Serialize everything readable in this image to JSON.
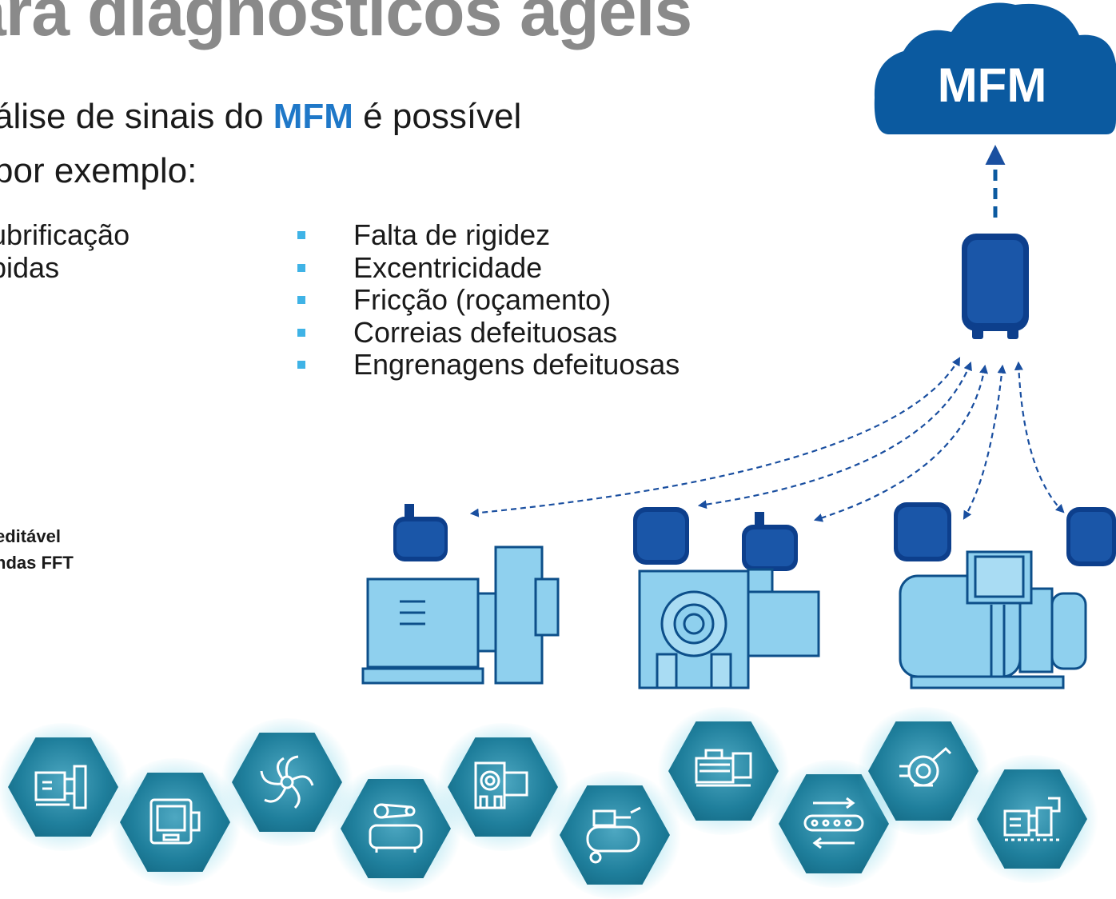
{
  "title": "ara diagnósticos ágeis",
  "intro": {
    "line1_before": "álise de sinais do ",
    "line1_highlight": "MFM",
    "line1_after": " é possível",
    "line2": "por exemplo:"
  },
  "list_left": [
    "ubrificação",
    "pidas"
  ],
  "list_right": [
    "Falta de rigidez",
    "Excentricidade",
    "Fricção (roçamento)",
    "Correias defeituosas",
    "Engrenagens defeituosas"
  ],
  "note": [
    "editável",
    "ndas FFT"
  ],
  "cloud": {
    "label": "MFM"
  },
  "icons": {
    "cloud": "cloud-icon",
    "gateway": "gateway-device-icon",
    "sensor": "vibration-sensor-icon",
    "machines": [
      "pump-machine-icon",
      "gearbox-motor-icon",
      "electric-motor-icon"
    ],
    "hexagons": [
      "pump-icon",
      "motor-icon",
      "fan-icon",
      "belt-drive-icon",
      "gearbox-icon",
      "compressor-icon",
      "motor-assembly-icon",
      "conveyor-icon",
      "centrifugal-pump-icon",
      "pump-set-icon"
    ]
  },
  "colors": {
    "title": "#8a8a8a",
    "highlight": "#1f78c8",
    "bullet": "#3fb3e6",
    "cloud": "#0b5aa0",
    "device": "#0d3f8c",
    "machine_fill": "#8fd0ee",
    "arrow": "#1a4fa0",
    "hex": "#1f7f9c"
  }
}
